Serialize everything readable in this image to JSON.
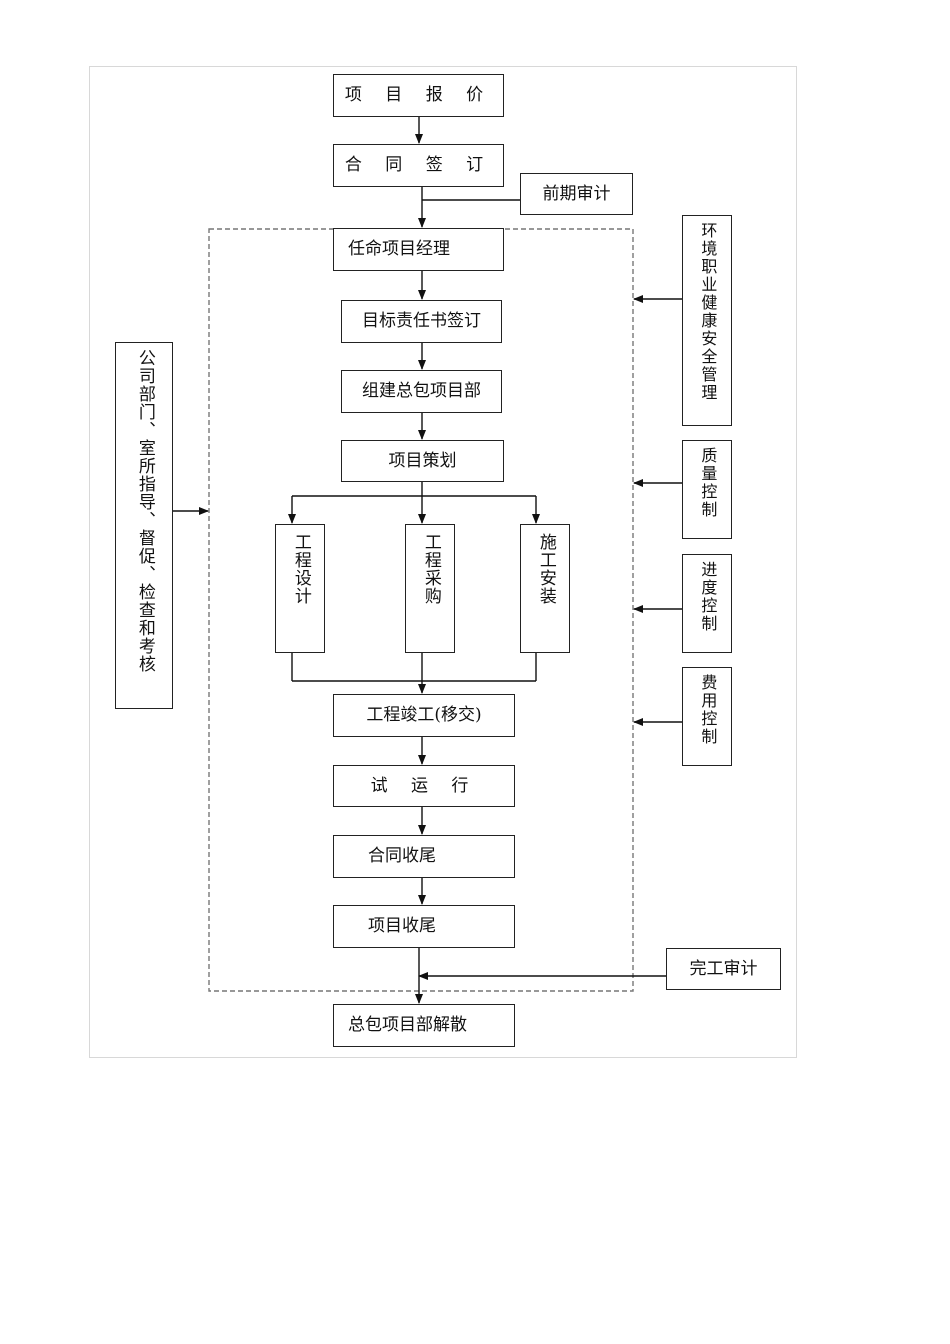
{
  "flow": {
    "quote": "项 目 报 价",
    "sign_contract": "合 同 签 订",
    "pre_audit": "前期审计",
    "appoint_pm": "任命项目经理",
    "target_agreement": "目标责任书签订",
    "form_dept": "组建总包项目部",
    "planning": "项目策划",
    "design": "工程设计",
    "procurement": "工程采购",
    "construction": "施工安装",
    "completion": "工程竣工(移交)",
    "trial_run": "试 运 行",
    "contract_close": "合同收尾",
    "project_close": "项目收尾",
    "final_audit": "完工审计",
    "dissolve": "总包项目部解散"
  },
  "left_side": {
    "company_guidance": "公司部门、室所指导、督促、检查和考核"
  },
  "right_side": {
    "hse": "环境职业健康安全管理",
    "quality": "质量控制",
    "schedule": "进度控制",
    "cost": "费用控制"
  }
}
